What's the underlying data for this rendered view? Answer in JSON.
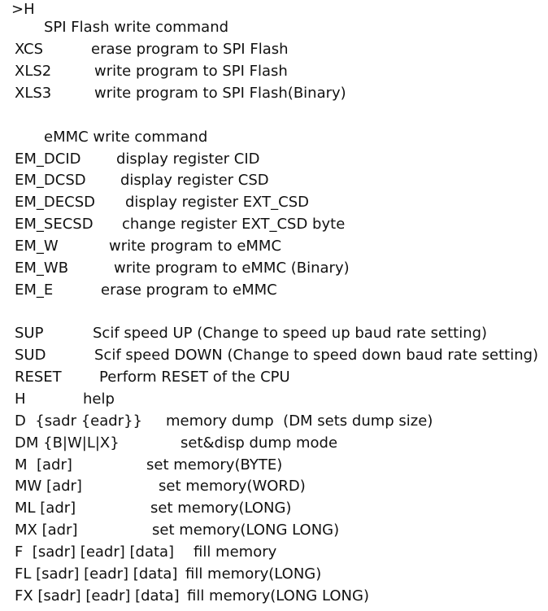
{
  "prompt": ">H",
  "spi_section": {
    "heading": "SPI Flash write command",
    "commands": [
      {
        "cmd": "XCS",
        "desc": "erase program to SPI Flash"
      },
      {
        "cmd": "XLS2",
        "desc": "write program to SPI Flash"
      },
      {
        "cmd": "XLS3",
        "desc": "write program to SPI Flash(Binary)"
      }
    ]
  },
  "emmc_section": {
    "heading": "eMMC write command",
    "commands": [
      {
        "cmd": "EM_DCID",
        "desc": "display register CID"
      },
      {
        "cmd": "EM_DCSD",
        "desc": "display register CSD"
      },
      {
        "cmd": "EM_DECSD",
        "desc": "display register EXT_CSD"
      },
      {
        "cmd": "EM_SECSD",
        "desc": "change register EXT_CSD byte"
      },
      {
        "cmd": "EM_W",
        "desc": "write program to eMMC"
      },
      {
        "cmd": "EM_WB",
        "desc": "write program to eMMC (Binary)"
      },
      {
        "cmd": "EM_E",
        "desc": "erase program to eMMC"
      }
    ]
  },
  "general_section": {
    "commands": [
      {
        "cmd": "SUP",
        "desc": "Scif speed UP (Change to speed up baud rate setting)"
      },
      {
        "cmd": "SUD",
        "desc": "Scif speed DOWN (Change to speed down baud rate setting)"
      },
      {
        "cmd": "RESET",
        "desc": "Perform RESET of the CPU"
      },
      {
        "cmd": "H",
        "desc": "help"
      },
      {
        "cmd": "D  {sadr {eadr}}",
        "desc": "memory dump  (DM sets dump size)"
      },
      {
        "cmd": "DM {B|W|L|X}",
        "desc": "set&disp dump mode"
      },
      {
        "cmd": "M  [adr]",
        "desc": "set memory(BYTE)"
      },
      {
        "cmd": "MW [adr]",
        "desc": "set memory(WORD)"
      },
      {
        "cmd": "ML [adr]",
        "desc": "set memory(LONG)"
      },
      {
        "cmd": "MX [adr]",
        "desc": "set memory(LONG LONG)"
      },
      {
        "cmd": "F  [sadr] [eadr] [data]",
        "desc": "fill memory"
      },
      {
        "cmd": "FL [sadr] [eadr] [data]",
        "desc": "fill memory(LONG)"
      },
      {
        "cmd": "FX [sadr] [eadr] [data]",
        "desc": "fill memory(LONG LONG)"
      }
    ]
  }
}
